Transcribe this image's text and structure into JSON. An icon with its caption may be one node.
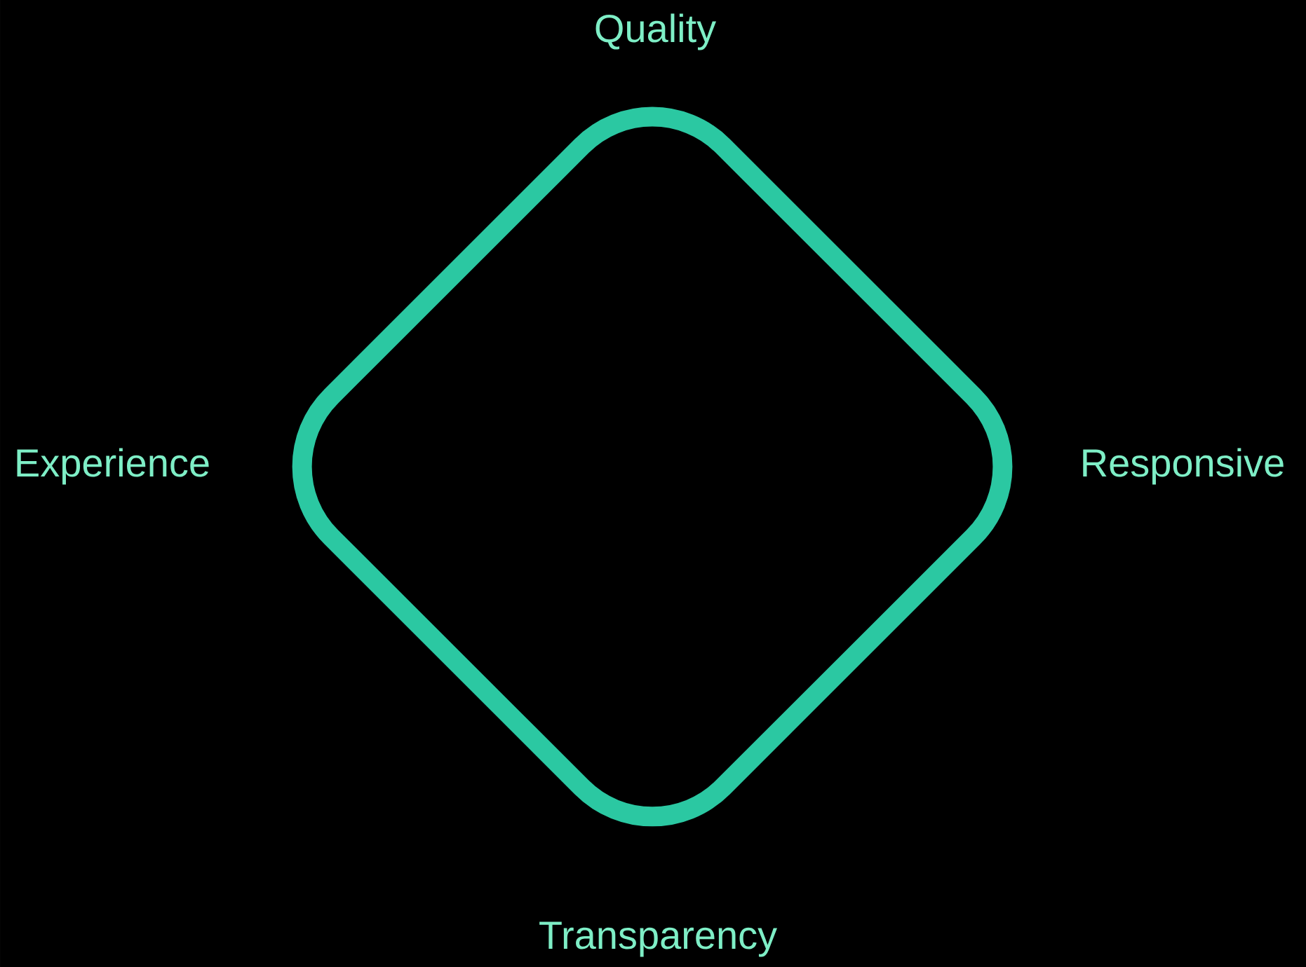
{
  "diagram": {
    "nodes": [
      {
        "text": [],
        "shape": "diamond",
        "beside": [
          "Quality",
          "Experience",
          "Responsive",
          "Transparency"
        ]
      }
    ]
  }
}
